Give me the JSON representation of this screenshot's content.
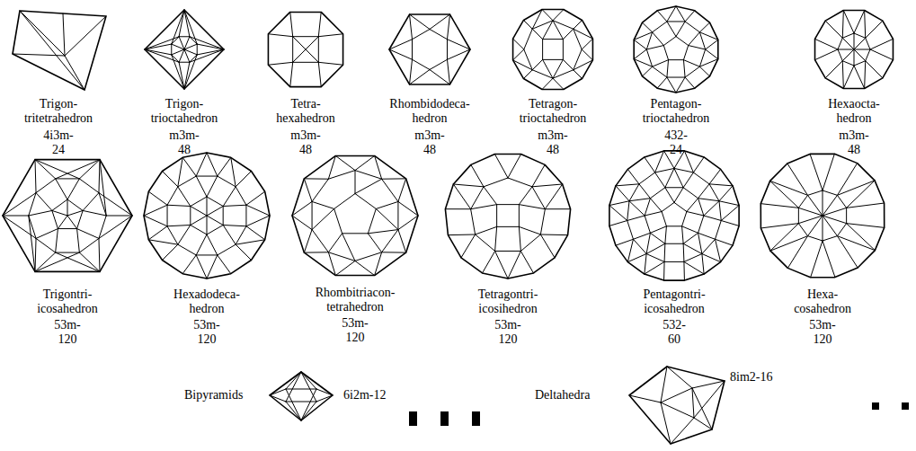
{
  "diagram": {
    "labels": [
      "Trigon- tritetrahedron",
      "4i3m-24",
      "Trigon- trioctahedron",
      "m3m-48",
      "Tetra- hexahedron",
      "m3m-48",
      "Rhombidodeca- hedron",
      "m3m-48",
      "Tetragon- trioctahedron",
      "m3m-48",
      "Pentagon- trioctahedron",
      "432-24",
      "Hexaocta- hedron",
      "m3m-48",
      "Trigontri- icosahedron",
      "53m-120",
      "Hexadodeca- hedron",
      "53m-120",
      "Rhombitriacon- tetrahedron",
      "53m-120",
      "Tetragontri- icosihedron",
      "53m-120",
      "Pentagontri- icosahedron",
      "532-60",
      "Hexa- cosahedron",
      "53m-120",
      "Bipyramids",
      "6i2m-12",
      "Deltahedra",
      "8im2-16"
    ]
  }
}
